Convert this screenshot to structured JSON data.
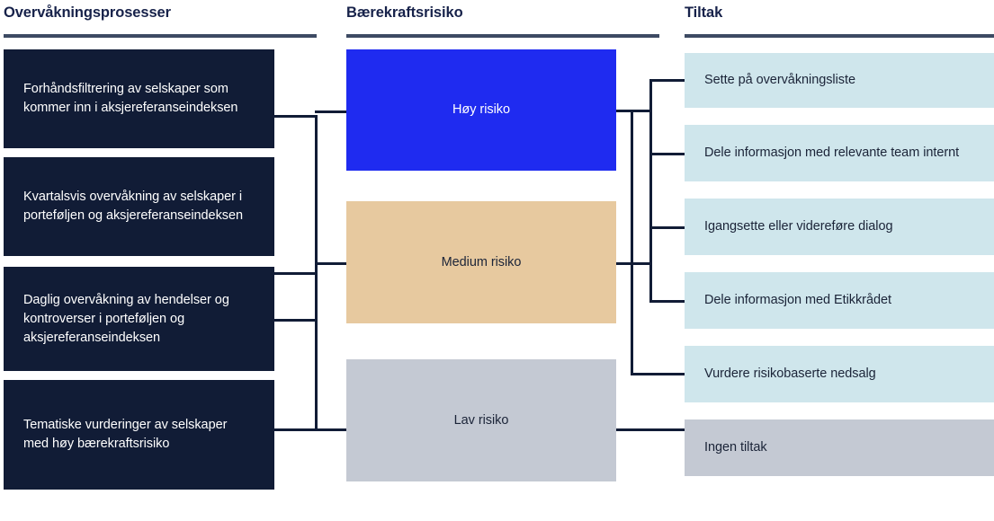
{
  "diagram": {
    "title_columns": [
      {
        "id": "monitoring",
        "label": "Overvåkningsprosesser"
      },
      {
        "id": "risk",
        "label": "Bærekraftsrisiko"
      },
      {
        "id": "actions",
        "label": "Tiltak"
      }
    ],
    "colors": {
      "navy": "#111c36",
      "header_text": "#17224a",
      "header_rule": "#3d4a63",
      "high_risk": "#1f2bf0",
      "medium_risk": "#e7c99f",
      "low_risk": "#c4c9d3",
      "action": "#cfe6ec",
      "connector": "#111c36",
      "background": "#ffffff"
    },
    "monitoring_processes": [
      {
        "id": "pre-screening",
        "label": "Forhåndsfiltrering av selskaper som kommer inn i aksjereferanseindeksen"
      },
      {
        "id": "quarterly",
        "label": "Kvartalsvis overvåkning av selskaper i porteføljen og aksjereferanseindeksen"
      },
      {
        "id": "daily",
        "label": "Daglig overvåkning  av hendelser og kontroverser i porteføljen og aksjereferanseindeksen"
      },
      {
        "id": "thematic",
        "label": "Tematiske vurderinger av selskaper med høy bærekraftsrisiko"
      }
    ],
    "risk_levels": [
      {
        "id": "high",
        "label": "Høy risiko"
      },
      {
        "id": "medium",
        "label": "Medium risiko"
      },
      {
        "id": "low",
        "label": "Lav risiko"
      }
    ],
    "actions": [
      {
        "id": "watchlist",
        "label": "Sette på overvåkningsliste"
      },
      {
        "id": "share-internal",
        "label": "Dele informasjon med relevante team internt"
      },
      {
        "id": "dialog",
        "label": "Igangsette eller videreføre dialog"
      },
      {
        "id": "share-ethics",
        "label": "Dele informasjon med Etikkrådet"
      },
      {
        "id": "divestment",
        "label": "Vurdere risikobaserte nedsalg"
      },
      {
        "id": "no-action",
        "label": "Ingen tiltak"
      }
    ]
  }
}
